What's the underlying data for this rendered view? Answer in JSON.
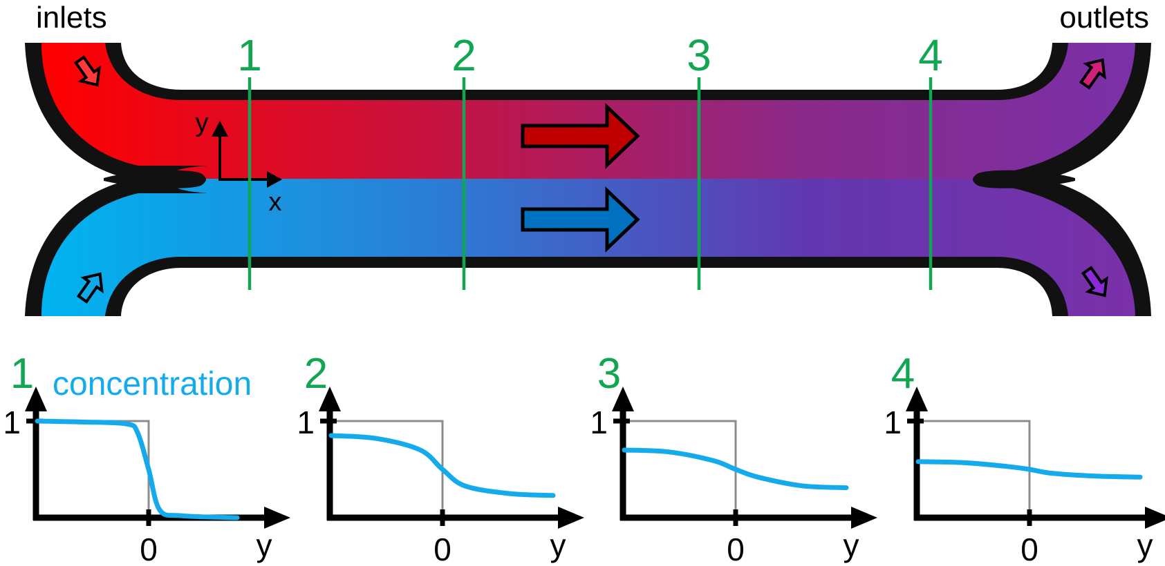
{
  "labels": {
    "inlets": "inlets",
    "outlets": "outlets",
    "axis_x": "x",
    "axis_y": "y"
  },
  "sections": [
    "1",
    "2",
    "3",
    "4"
  ],
  "plots": {
    "legend": "concentration",
    "y_one": "1",
    "x_zero": "0",
    "x_axis": "y"
  },
  "colors": {
    "red_stream": "#ff0000",
    "blue_stream": "#00b4f0",
    "mixed": "#7a30a8",
    "section_lines": "#12a552",
    "concentration_curve": "#14aaec"
  },
  "chart_data": {
    "type": "line",
    "xlabel": "y",
    "ylabel": "concentration",
    "ylim": [
      0,
      1
    ],
    "series": [
      {
        "name": "1",
        "x": [
          -1,
          -0.6,
          -0.2,
          -0.1,
          0,
          0.1,
          0.3,
          0.8
        ],
        "values": [
          1.0,
          0.99,
          0.97,
          0.88,
          0.5,
          0.08,
          0.02,
          0.0
        ]
      },
      {
        "name": "2",
        "x": [
          -1,
          -0.6,
          -0.2,
          0,
          0.2,
          0.6,
          1.0
        ],
        "values": [
          0.85,
          0.82,
          0.7,
          0.5,
          0.33,
          0.25,
          0.23
        ]
      },
      {
        "name": "3",
        "x": [
          -1,
          -0.6,
          -0.2,
          0,
          0.2,
          0.6,
          1.0
        ],
        "values": [
          0.7,
          0.68,
          0.59,
          0.5,
          0.42,
          0.33,
          0.31
        ]
      },
      {
        "name": "4",
        "x": [
          -1,
          -0.6,
          -0.2,
          0,
          0.2,
          0.6,
          1.0
        ],
        "values": [
          0.58,
          0.57,
          0.53,
          0.5,
          0.46,
          0.43,
          0.42
        ]
      }
    ],
    "reference": {
      "name": "step",
      "x": [
        -1,
        0,
        0,
        1
      ],
      "values": [
        1,
        1,
        0,
        0
      ]
    }
  }
}
